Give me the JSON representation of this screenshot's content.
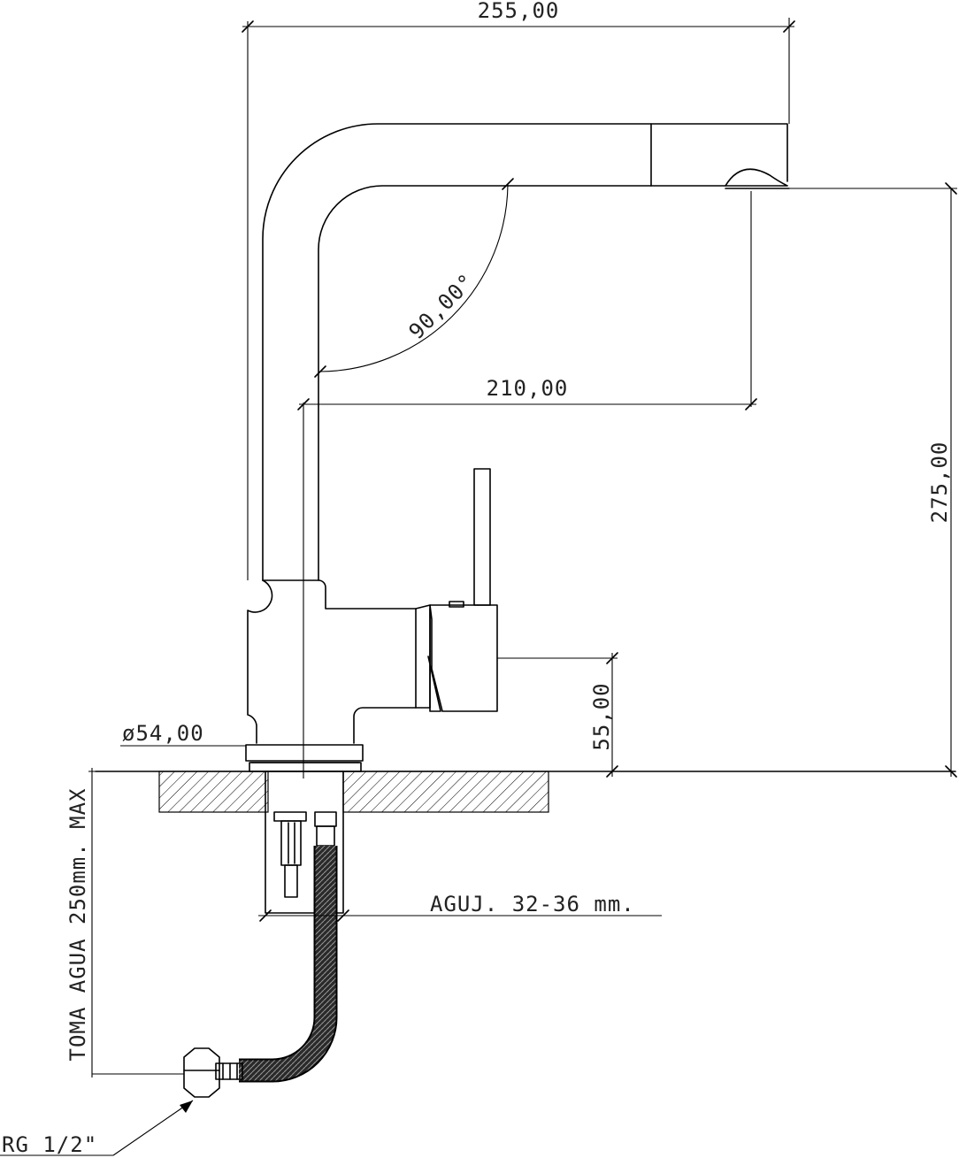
{
  "dimensions": {
    "width_total": "255,00",
    "height_total": "275,00",
    "reach": "210,00",
    "angle": "90,00°",
    "handle_height": "55,00",
    "base_diameter": "ø54,00",
    "hole_size": "AGUJ. 32-36 mm.",
    "water_inlet": "TOMA AGUA 250mm. MAX",
    "connection": "RG 1/2\""
  }
}
